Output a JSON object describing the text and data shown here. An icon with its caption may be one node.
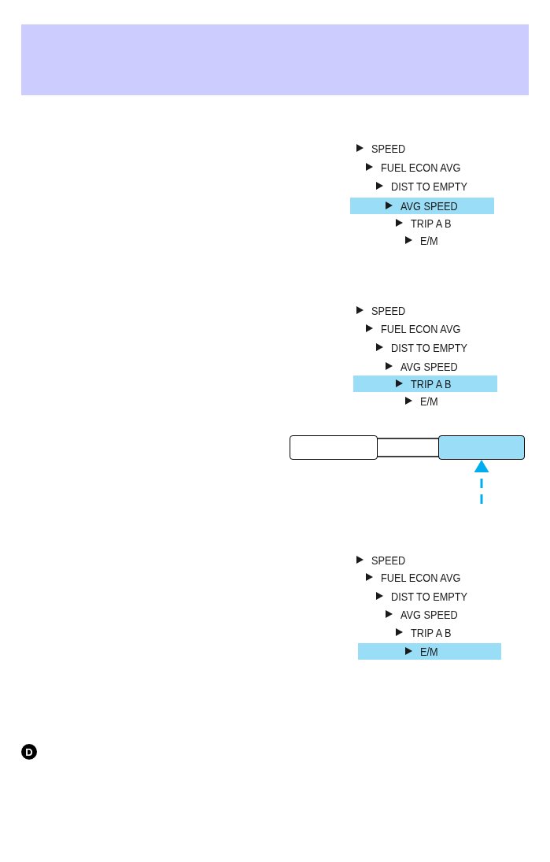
{
  "diagram": {
    "nodes": [
      {
        "text": [
          "AVG SPEED"
        ]
      },
      {
        "text": [
          "TRIP A B"
        ]
      },
      {
        "text": [],
        "shape": "box"
      },
      {
        "text": [],
        "shape": "box"
      },
      {
        "text": [
          "E/M"
        ]
      }
    ],
    "edges": [
      {
        "from": 2,
        "to": 3,
        "arrow": "none"
      },
      {
        "from": 2,
        "to": 3,
        "arrow": "none"
      },
      {
        "from": null,
        "to": 3,
        "arrow": "to",
        "style": "dashed",
        "color": "#00aeef"
      }
    ],
    "labels": [
      "SPEED",
      "FUEL ECON AVG",
      "DIST TO EMPTY",
      "TRIP A B",
      "E/M",
      "SPEED",
      "FUEL ECON AVG",
      "DIST TO EMPTY",
      "AVG SPEED",
      "E/M",
      "SPEED",
      "FUEL ECON AVG",
      "DIST TO EMPTY",
      "AVG SPEED",
      "TRIP A B",
      "D"
    ]
  }
}
